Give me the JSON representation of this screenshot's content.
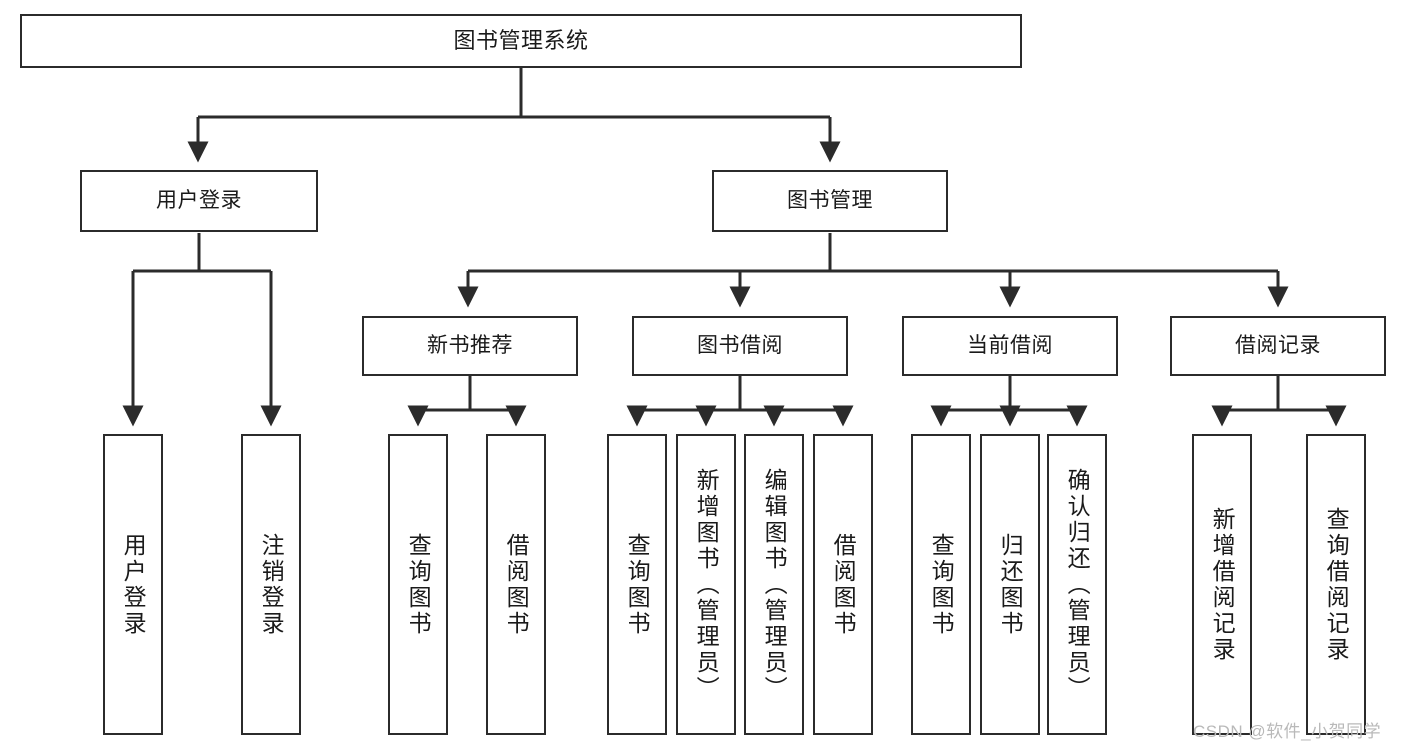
{
  "diagram": {
    "type": "tree",
    "title": "图书管理系统",
    "root": {
      "label": "图书管理系统"
    },
    "level2": [
      {
        "label": "用户登录"
      },
      {
        "label": "图书管理"
      }
    ],
    "level3": [
      {
        "label": "新书推荐"
      },
      {
        "label": "图书借阅"
      },
      {
        "label": "当前借阅"
      },
      {
        "label": "借阅记录"
      }
    ],
    "leaves": {
      "user_login": [
        {
          "label": "用户登录"
        },
        {
          "label": "注销登录"
        }
      ],
      "new_book_recommend": [
        {
          "label": "查询图书"
        },
        {
          "label": "借阅图书"
        }
      ],
      "book_borrow": [
        {
          "label": "查询图书"
        },
        {
          "label": "新增图书（管理员）"
        },
        {
          "label": "编辑图书（管理员）"
        },
        {
          "label": "借阅图书"
        }
      ],
      "current_borrow": [
        {
          "label": "查询图书"
        },
        {
          "label": "归还图书"
        },
        {
          "label": "确认归还（管理员）"
        }
      ],
      "borrow_record": [
        {
          "label": "新增借阅记录"
        },
        {
          "label": "查询借阅记录"
        }
      ]
    },
    "watermark": "CSDN @软件_小贺同学",
    "colors": {
      "border": "#2b2b2b",
      "background": "#ffffff",
      "text": "#1a1a1a",
      "watermark": "#b9b9b9"
    }
  }
}
